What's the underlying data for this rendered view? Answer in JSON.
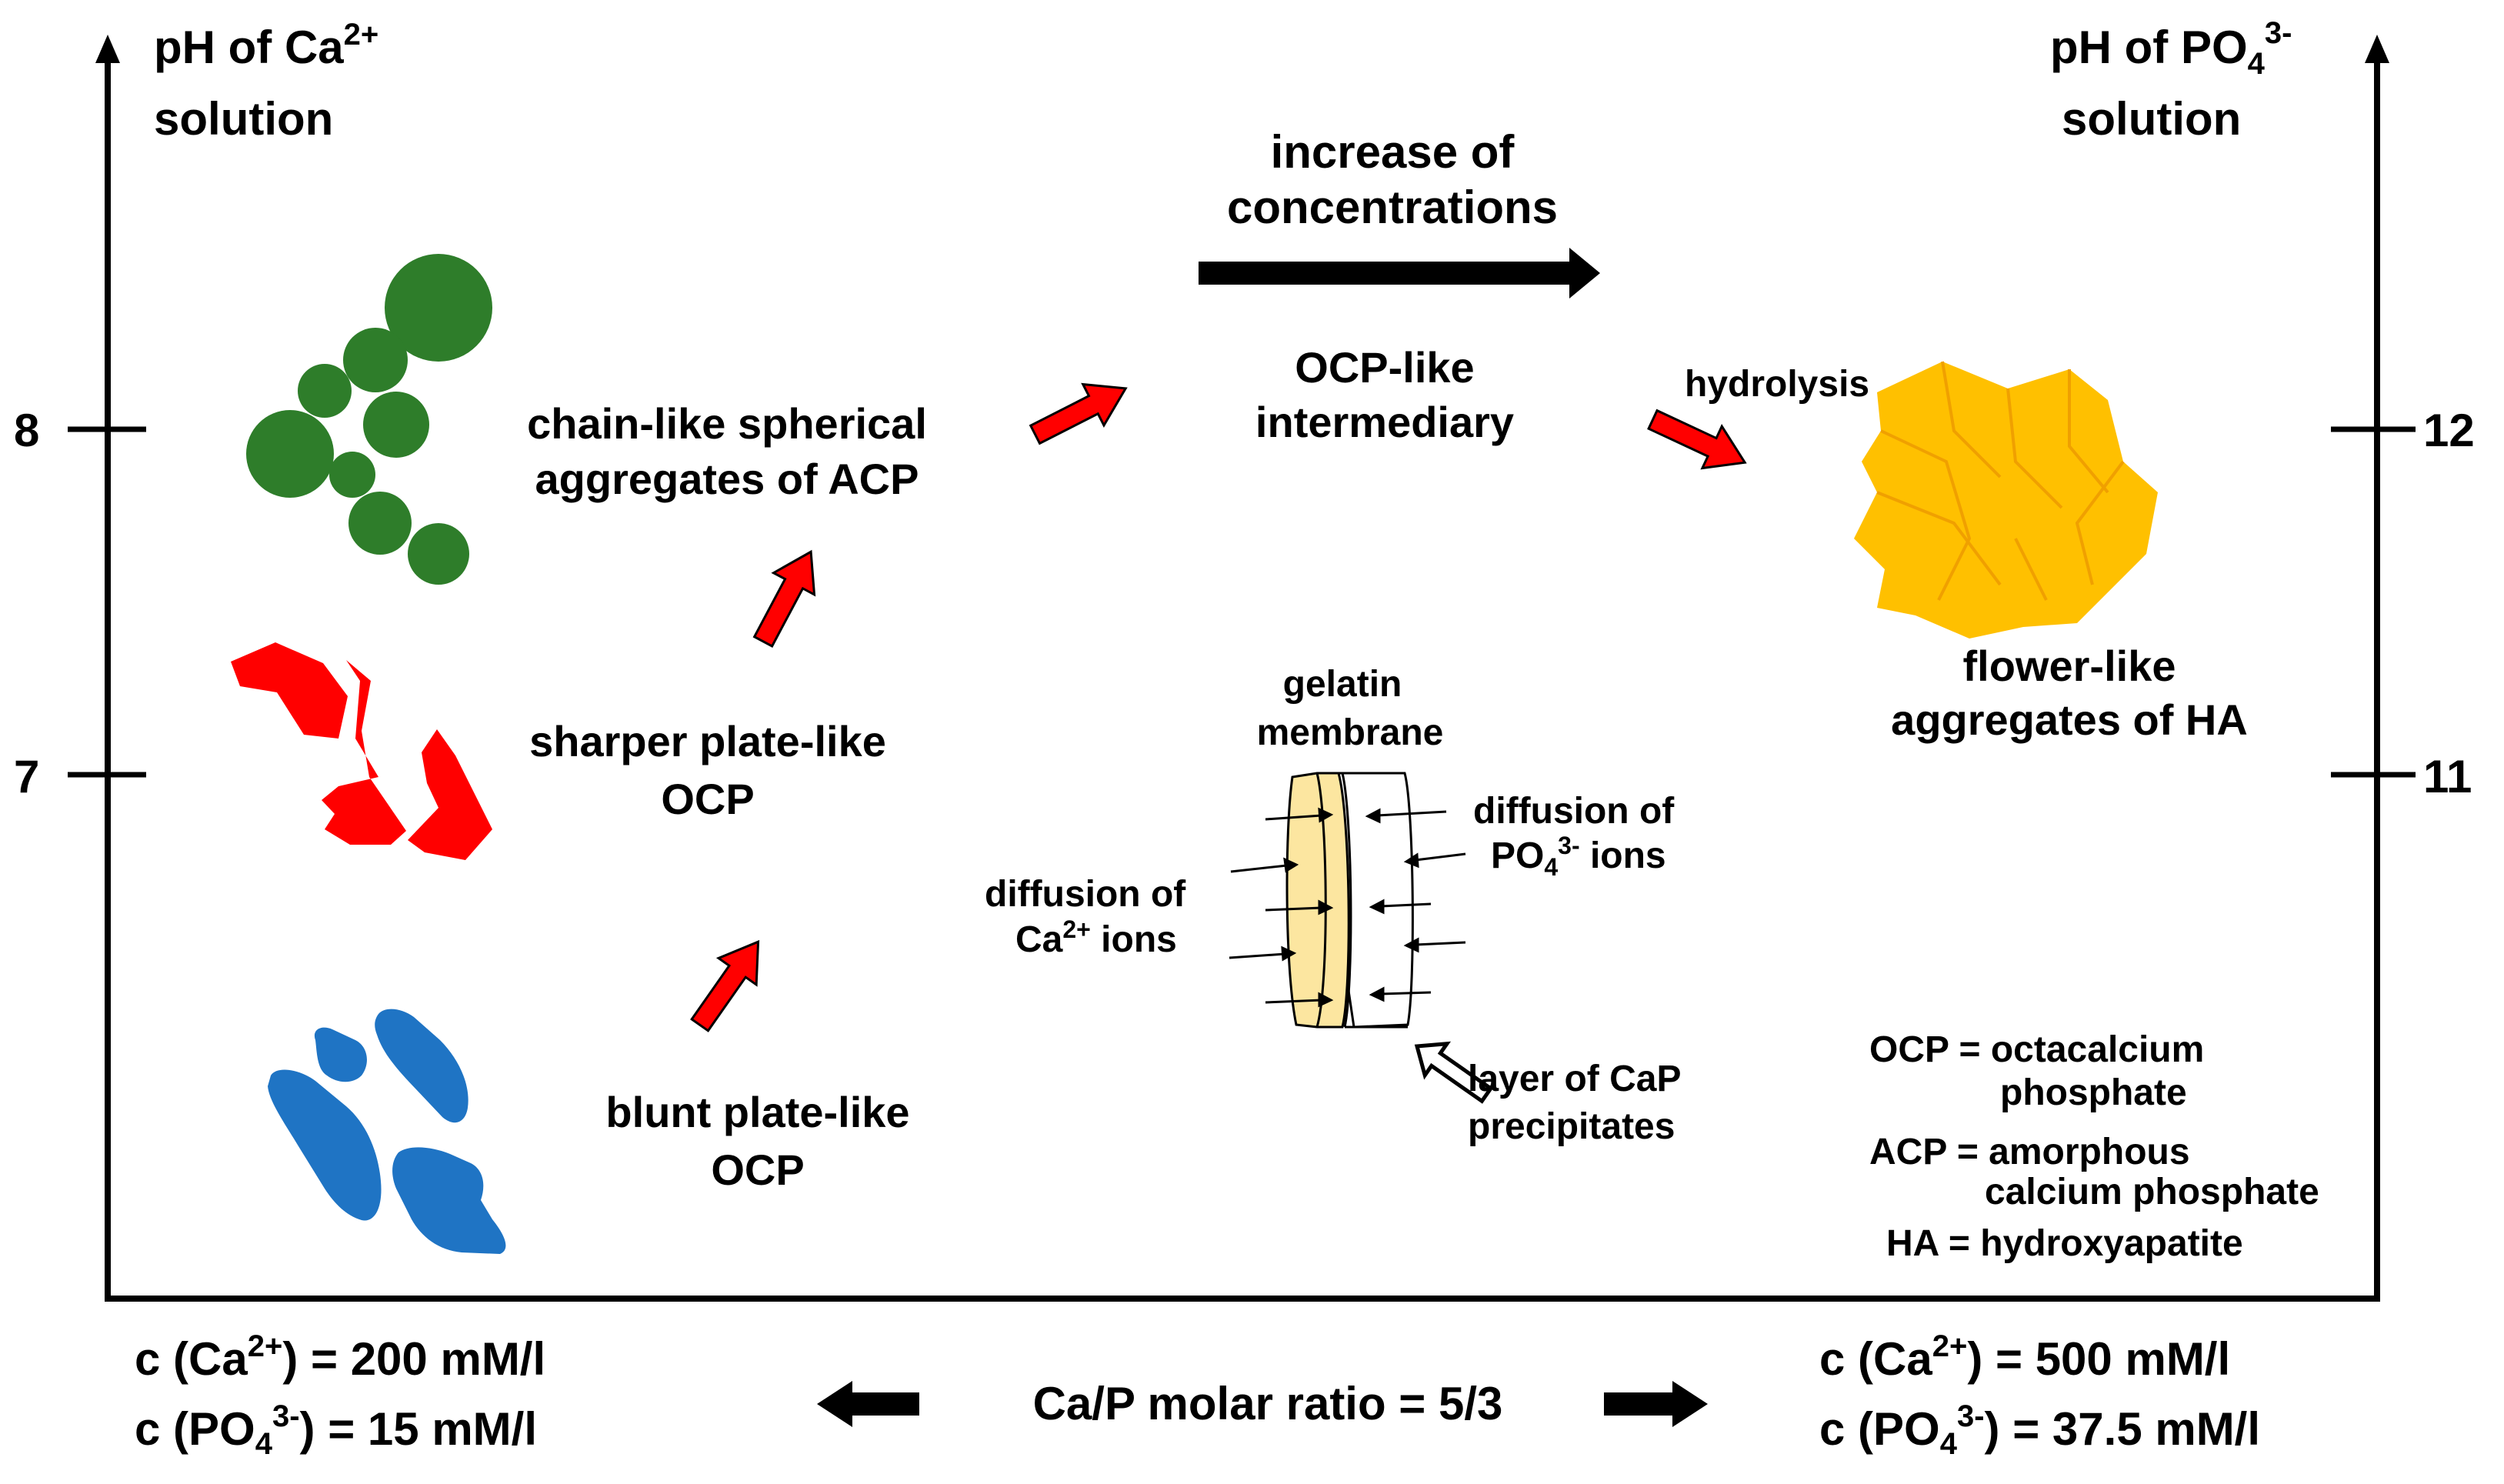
{
  "axes": {
    "left_title_line1": "pH of Ca",
    "left_title_sup": "2+",
    "left_title_line2": "solution",
    "right_title_line1": "pH of PO",
    "right_title_sub": "4",
    "right_title_sup": "3-",
    "right_title_line2": "solution",
    "left_ticks": [
      "8",
      "7"
    ],
    "right_ticks": [
      "12",
      "11"
    ]
  },
  "labels": {
    "acp_line1": "chain-like spherical",
    "acp_line2": "aggregates of ACP",
    "sharp_line1": "sharper plate-like",
    "sharp_line2": "OCP",
    "blunt_line1": "blunt plate-like",
    "blunt_line2": "OCP",
    "increase_line1": "increase of",
    "increase_line2": "concentrations",
    "ocp_like_line1": "OCP-like",
    "ocp_like_line2": "intermediary",
    "hydrolysis": "hydrolysis",
    "flower_line1": "flower-like",
    "flower_line2": "aggregates of HA"
  },
  "membrane": {
    "title_line1": "gelatin",
    "title_line2": "membrane",
    "diff_po4_line1": "diffusion of",
    "diff_po4_po": "PO",
    "diff_po4_sub": "4",
    "diff_po4_sup": "3-",
    "diff_po4_ions": " ions",
    "diff_ca_line1": "diffusion of",
    "diff_ca_ca": "Ca",
    "diff_ca_sup": "2+",
    "diff_ca_ions": " ions",
    "layer_line1": "layer of CaP",
    "layer_line2": "precipitates"
  },
  "legend": {
    "ocp_line1": "OCP = octacalcium",
    "ocp_line2": "phosphate",
    "acp_line1": "ACP = amorphous",
    "acp_line2": "calcium phosphate",
    "ha": "HA = hydroxyapatite"
  },
  "bottom": {
    "left_ca_pre": "c (Ca",
    "left_ca_sup": "2+",
    "left_ca_post": ") = 200 mM/l",
    "left_po_pre": "c (PO",
    "left_po_sub": "4",
    "left_po_sup": "3-",
    "left_po_post": ") = 15 mM/l",
    "ratio": "Ca/P molar ratio = 5/3",
    "right_ca_pre": "c (Ca",
    "right_ca_sup": "2+",
    "right_ca_post": ") = 500 mM/l",
    "right_po_pre": "c (PO",
    "right_po_sub": "4",
    "right_po_sup": "3-",
    "right_po_post": ") = 37.5 mM/l"
  },
  "colors": {
    "acp_spheres": "#2e7d2a",
    "sharp_plates": "#ff0000",
    "blunt_plates": "#1f74c4",
    "flower": "#ffc000",
    "membrane": "#fce6a0",
    "transition_arrows": "#ff0000"
  }
}
